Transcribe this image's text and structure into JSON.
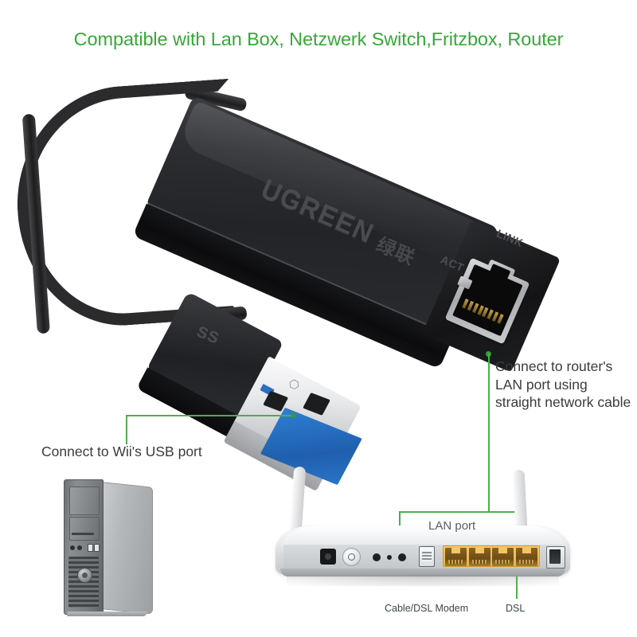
{
  "headline": {
    "text": "Compatible with Lan Box, Netzwerk Switch,Fritzbox, Router",
    "color": "#36a936"
  },
  "annotations": {
    "right_callout": "Connect to router's LAN port using straight network cable",
    "left_callout": "Connect to Wii's USB port",
    "lan_port_label": "LAN port",
    "accent_color": "#4cb04c",
    "text_color": "#3b3b3b"
  },
  "adapter": {
    "brand": "UGREEN",
    "brand_cn": "绿联",
    "jack_labels": {
      "act": "ACT",
      "link": "LINK"
    },
    "usb_marking": "SS",
    "body_color": "#232427"
  },
  "router": {
    "labels": {
      "modem": "Cable/DSL Modem",
      "dsl": "DSL"
    },
    "lan_port_count": 4,
    "lan_port_color": "#e8b143",
    "body_color": "#eceef0"
  },
  "pc": {
    "chassis_color": "#8b8e91"
  }
}
